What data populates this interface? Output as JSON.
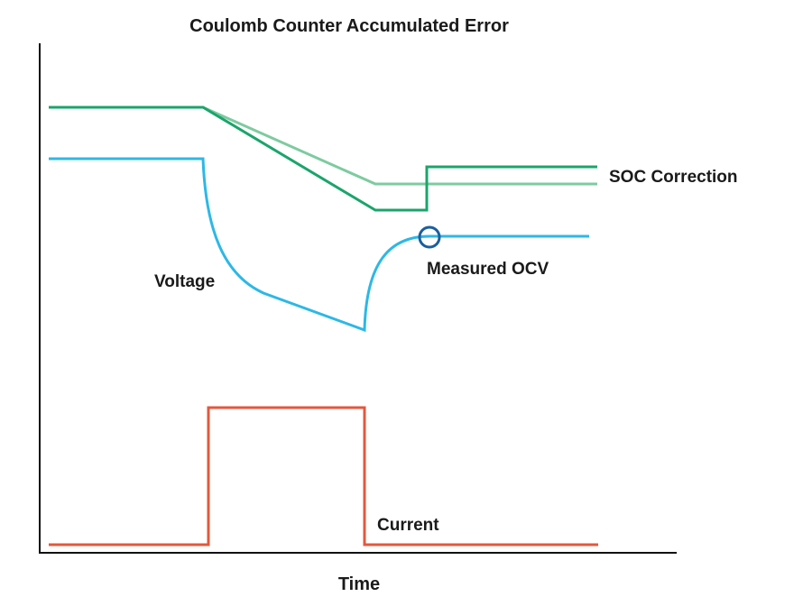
{
  "diagram": {
    "title": "Coulomb Counter Accumulated Error",
    "x_axis_label": "Time",
    "labels": {
      "soc_correction": "SOC Correction",
      "voltage": "Voltage",
      "measured_ocv": "Measured OCV",
      "current": "Current"
    },
    "colors": {
      "soc_dark_green": "#1aa56b",
      "soc_light_green": "#7dcba0",
      "voltage_blue": "#2cb8e6",
      "current_red": "#e4573d",
      "ocv_marker": "#1a5f9e",
      "axis": "#111111"
    }
  }
}
